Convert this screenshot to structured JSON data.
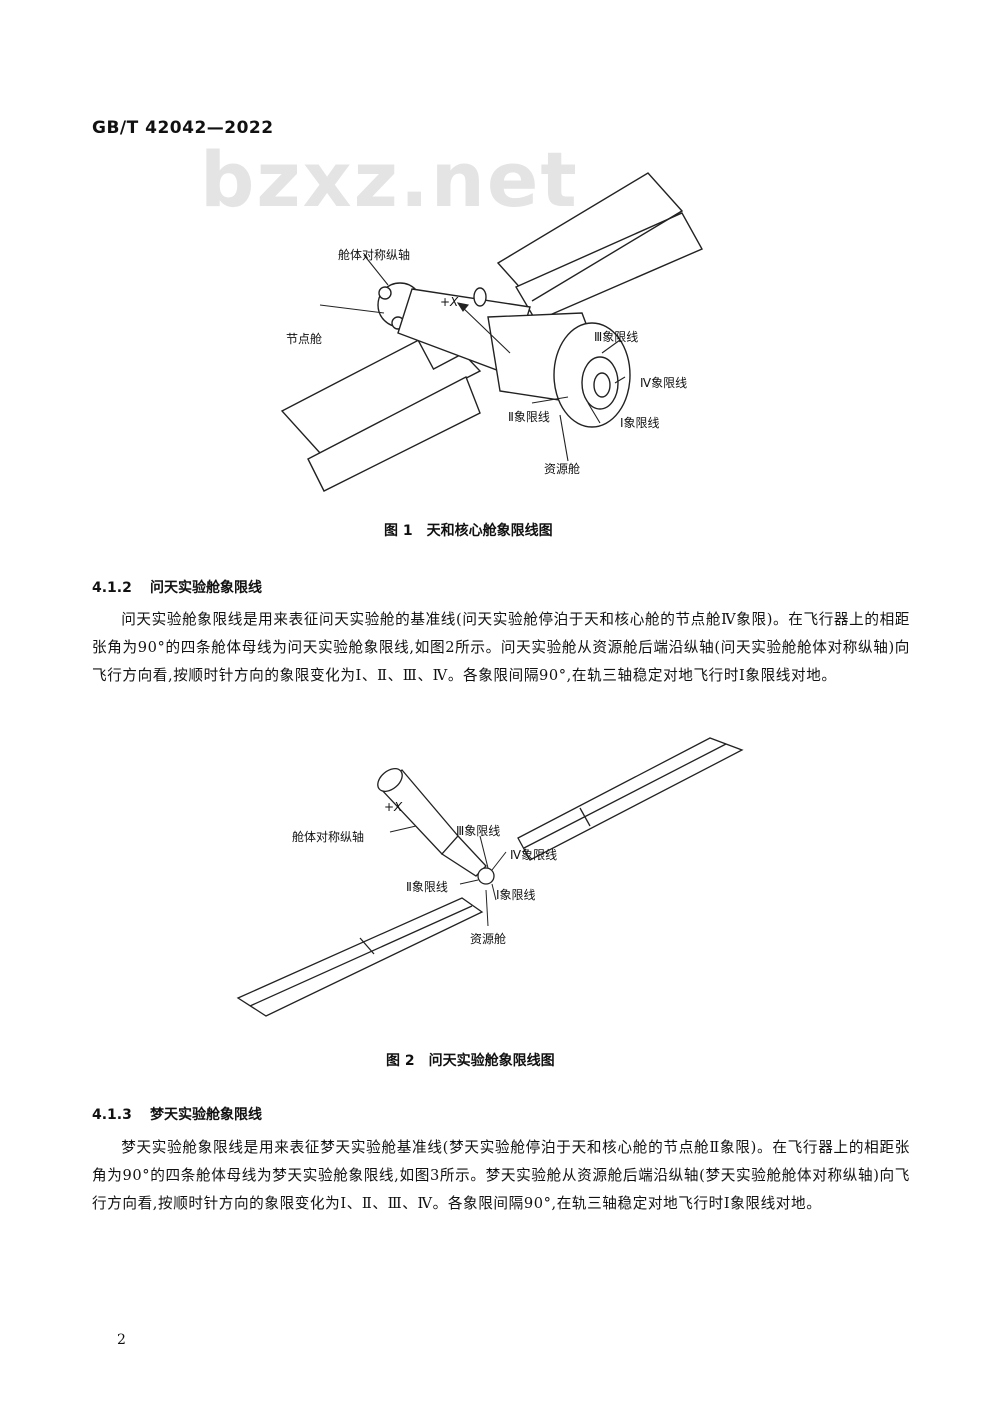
{
  "header": {
    "standard_number": "GB/T 42042—2022"
  },
  "watermark": "bzxz.net",
  "figure1": {
    "labels": {
      "axis": "舱体对称纵轴",
      "node": "节点舱",
      "plus_x": "+X",
      "q3": "Ⅲ象限线",
      "q4": "Ⅳ象限线",
      "q2": "Ⅱ象限线",
      "q1": "Ⅰ象限线",
      "resource": "资源舱"
    },
    "caption": "图 1　天和核心舱象限线图"
  },
  "section_412": {
    "number": "4.1.2",
    "title": "问天实验舱象限线",
    "paragraph": "问天实验舱象限线是用来表征问天实验舱的基准线(问天实验舱停泊于天和核心舱的节点舱Ⅳ象限)。在飞行器上的相距张角为90°的四条舱体母线为问天实验舱象限线,如图2所示。问天实验舱从资源舱后端沿纵轴(问天实验舱舱体对称纵轴)向飞行方向看,按顺时针方向的象限变化为Ⅰ、Ⅱ、Ⅲ、Ⅳ。各象限间隔90°,在轨三轴稳定对地飞行时Ⅰ象限线对地。"
  },
  "figure2": {
    "labels": {
      "axis": "舱体对称纵轴",
      "plus_x": "+X",
      "q3": "Ⅲ象限线",
      "q4": "Ⅳ象限线",
      "q2": "Ⅱ象限线",
      "q1": "Ⅰ象限线",
      "resource": "资源舱"
    },
    "caption": "图 2　问天实验舱象限线图"
  },
  "section_413": {
    "number": "4.1.3",
    "title": "梦天实验舱象限线",
    "paragraph": "梦天实验舱象限线是用来表征梦天实验舱基准线(梦天实验舱停泊于天和核心舱的节点舱Ⅱ象限)。在飞行器上的相距张角为90°的四条舱体母线为梦天实验舱象限线,如图3所示。梦天实验舱从资源舱后端沿纵轴(梦天实验舱舱体对称纵轴)向飞行方向看,按顺时针方向的象限变化为Ⅰ、Ⅱ、Ⅲ、Ⅳ。各象限间隔90°,在轨三轴稳定对地飞行时Ⅰ象限线对地。"
  },
  "footer": {
    "page_number": "2"
  }
}
